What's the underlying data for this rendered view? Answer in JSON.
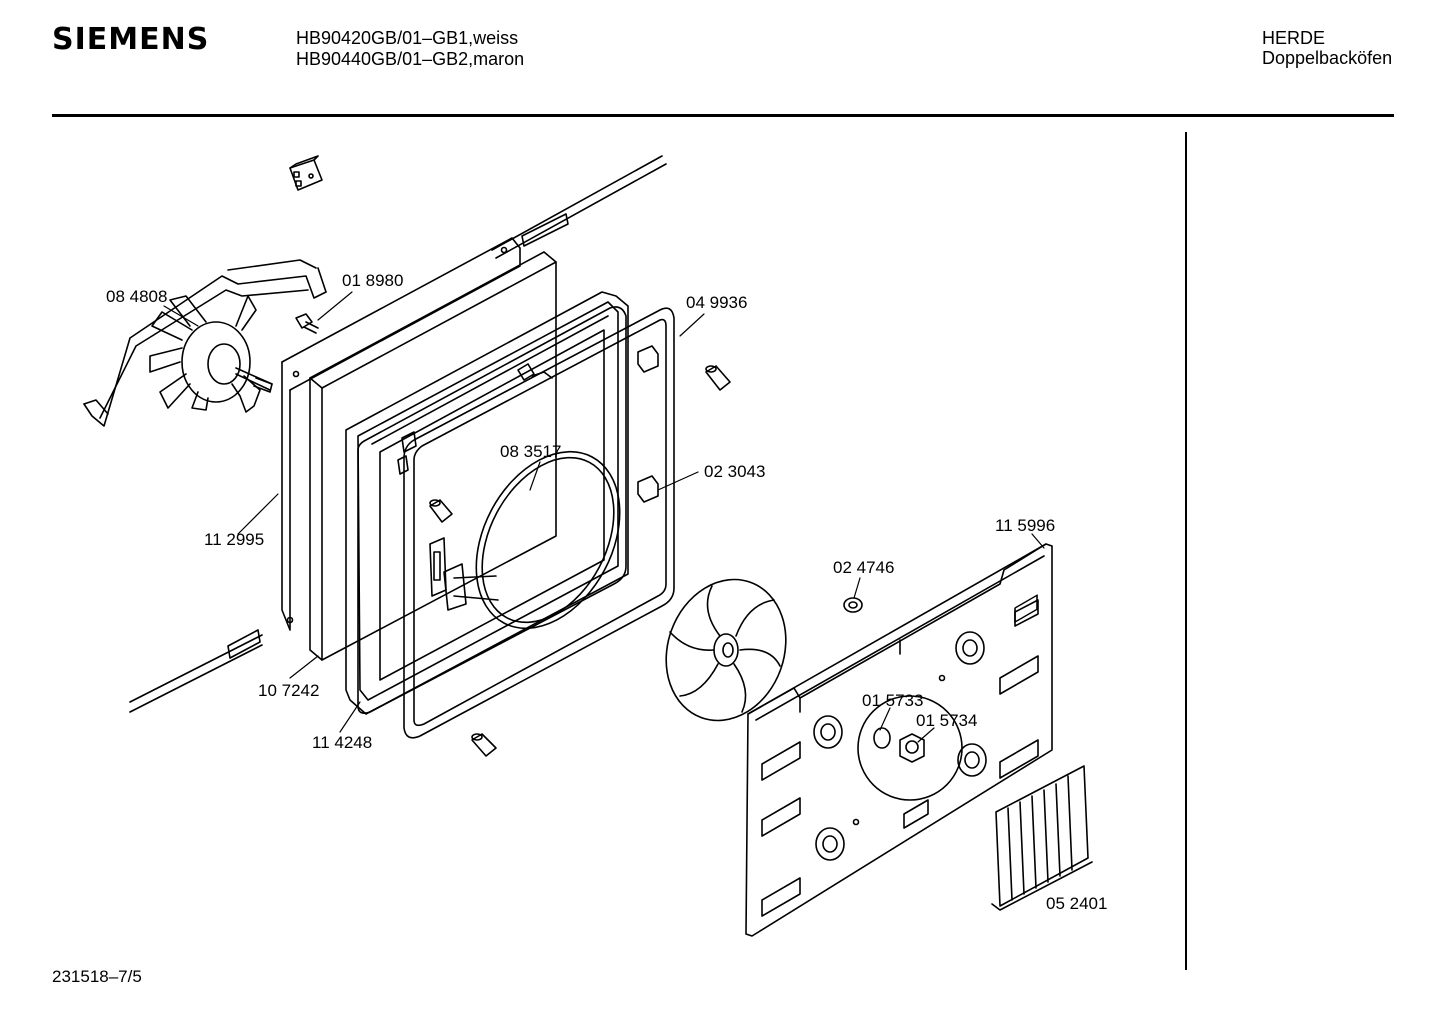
{
  "header": {
    "brand": "SIEMENS",
    "model_line_1": "HB90420GB/01–GB1,weiss",
    "model_line_2": "HB90440GB/01–GB2,maron",
    "category_line_1": "HERDE",
    "category_line_2": "Doppelbacköfen"
  },
  "footer": {
    "document_number": "231518–7/5"
  },
  "parts": [
    {
      "number": "08 4808",
      "depicts": "motor-icon"
    },
    {
      "number": "01 8980",
      "depicts": "screw-icon"
    },
    {
      "number": "04 9936",
      "depicts": "gasket-icon"
    },
    {
      "number": "08 3517",
      "depicts": "heating-element-icon"
    },
    {
      "number": "02 3043",
      "depicts": "bracket-icon"
    },
    {
      "number": "11 2995",
      "depicts": "panel-icon"
    },
    {
      "number": "11 5996",
      "depicts": "back-panel-icon"
    },
    {
      "number": "02 4746",
      "depicts": "nut-icon"
    },
    {
      "number": "10 7242",
      "depicts": "insulation-icon"
    },
    {
      "number": "11 4248",
      "depicts": "seal-icon"
    },
    {
      "number": "01 5733",
      "depicts": "washer-icon"
    },
    {
      "number": "01 5734",
      "depicts": "nut-icon"
    },
    {
      "number": "05 2401",
      "depicts": "filter-icon"
    }
  ]
}
